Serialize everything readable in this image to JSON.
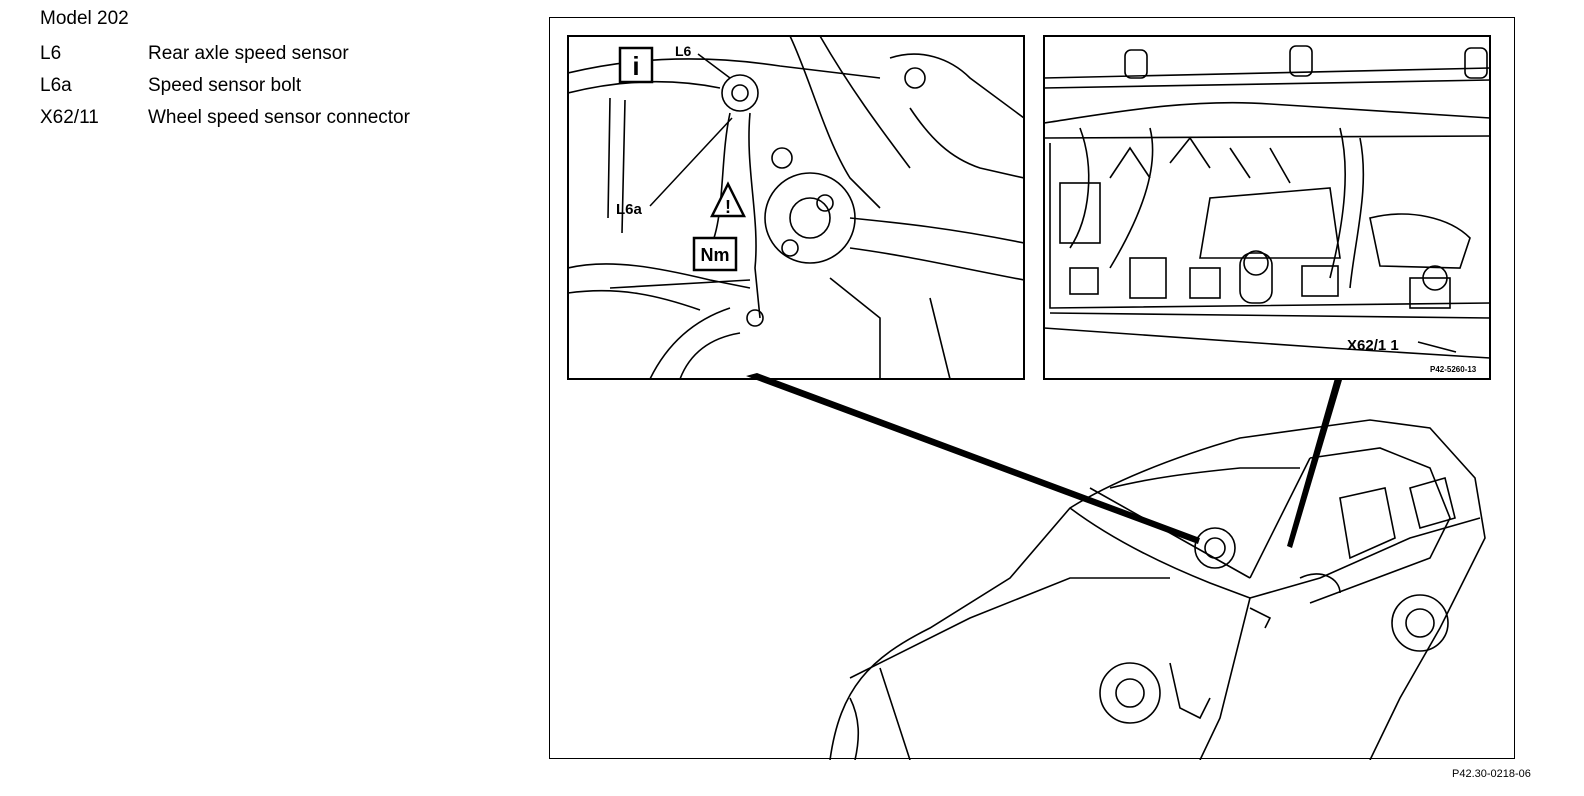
{
  "legend": {
    "model": "Model 202",
    "items": [
      {
        "code": "L6",
        "description": "Rear axle speed sensor"
      },
      {
        "code": "L6a",
        "description": "Speed sensor bolt"
      },
      {
        "code": "X62/11",
        "description": "Wheel speed sensor connector"
      }
    ]
  },
  "figure": {
    "callouts": {
      "l6": "L6",
      "l6a": "L6a",
      "x62": "X62/1 1",
      "info_symbol": "i",
      "warning_symbol": "!",
      "torque_symbol": "Nm",
      "inset_ref": "P42-5260-13"
    },
    "figure_ref": "P42.30-0218-06"
  }
}
